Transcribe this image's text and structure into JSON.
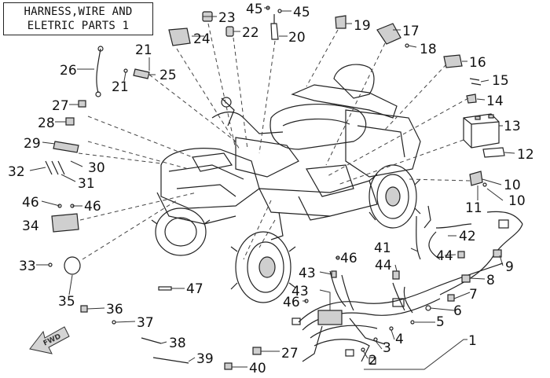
{
  "title": {
    "line1": "HARNESS,WIRE AND",
    "line2": "ELETRIC PARTS 1"
  },
  "fwd_badge": "FWD",
  "callouts": [
    "1",
    "2",
    "3",
    "4",
    "5",
    "6",
    "7",
    "8",
    "9",
    "10",
    "10",
    "11",
    "12",
    "13",
    "14",
    "15",
    "16",
    "17",
    "18",
    "19",
    "20",
    "21",
    "21",
    "22",
    "23",
    "24",
    "25",
    "26",
    "27",
    "27",
    "28",
    "29",
    "30",
    "31",
    "32",
    "33",
    "34",
    "35",
    "36",
    "37",
    "38",
    "39",
    "40",
    "41",
    "42",
    "43",
    "43",
    "44",
    "44",
    "45",
    "45",
    "46",
    "46",
    "46",
    "46",
    "47"
  ]
}
